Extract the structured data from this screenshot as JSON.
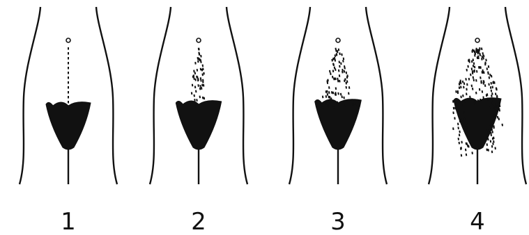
{
  "colors": {
    "ink": "#111111",
    "background": "#ffffff"
  },
  "panels": [
    {
      "label": "1",
      "spread": 0.0,
      "stage": 1
    },
    {
      "label": "2",
      "spread": 0.33,
      "stage": 2
    },
    {
      "label": "3",
      "spread": 0.66,
      "stage": 3
    },
    {
      "label": "4",
      "spread": 1.0,
      "stage": 4
    }
  ]
}
